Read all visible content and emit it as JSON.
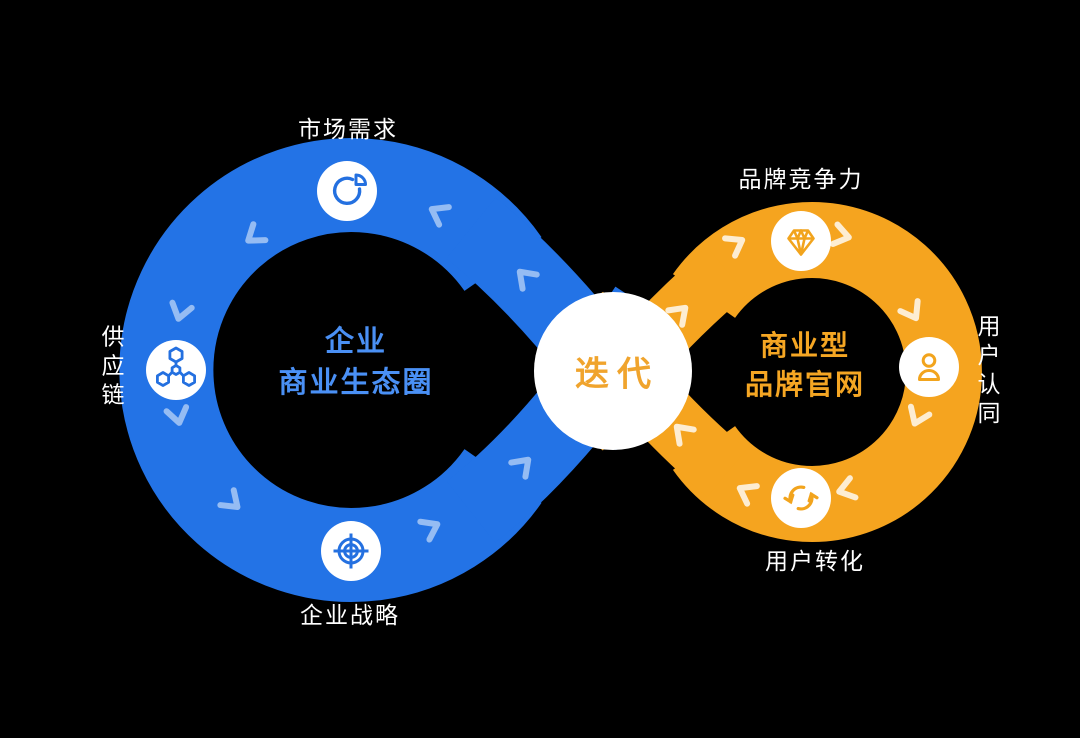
{
  "background_color": "#000000",
  "colors": {
    "blue_ring": "#2373E6",
    "orange_ring": "#F5A41F",
    "blue_title_text": "#4A90F5",
    "orange_title_text": "#F5A623",
    "center_text": "#F0A42D",
    "label_text": "#FFFFFF",
    "icon_disc": "#FFFFFF"
  },
  "center": {
    "label": "迭代"
  },
  "left_loop": {
    "title_line1": "企业",
    "title_line2": "商业生态圈",
    "color": "#2373E6",
    "flow_direction": "counterclockwise",
    "nodes": [
      {
        "label": "市场需求",
        "icon": "pie-chart-icon",
        "position": "top"
      },
      {
        "label": "供应链",
        "icon": "network-icon",
        "position": "left"
      },
      {
        "label": "企业战略",
        "icon": "target-icon",
        "position": "bottom"
      }
    ]
  },
  "right_loop": {
    "title_line1": "商业型",
    "title_line2": "品牌官网",
    "color": "#F5A41F",
    "flow_direction": "clockwise",
    "nodes": [
      {
        "label": "品牌竞争力",
        "icon": "diamond-icon",
        "position": "top"
      },
      {
        "label": "用户认同",
        "icon": "user-icon",
        "position": "right"
      },
      {
        "label": "用户转化",
        "icon": "sync-icon",
        "position": "bottom"
      }
    ]
  }
}
